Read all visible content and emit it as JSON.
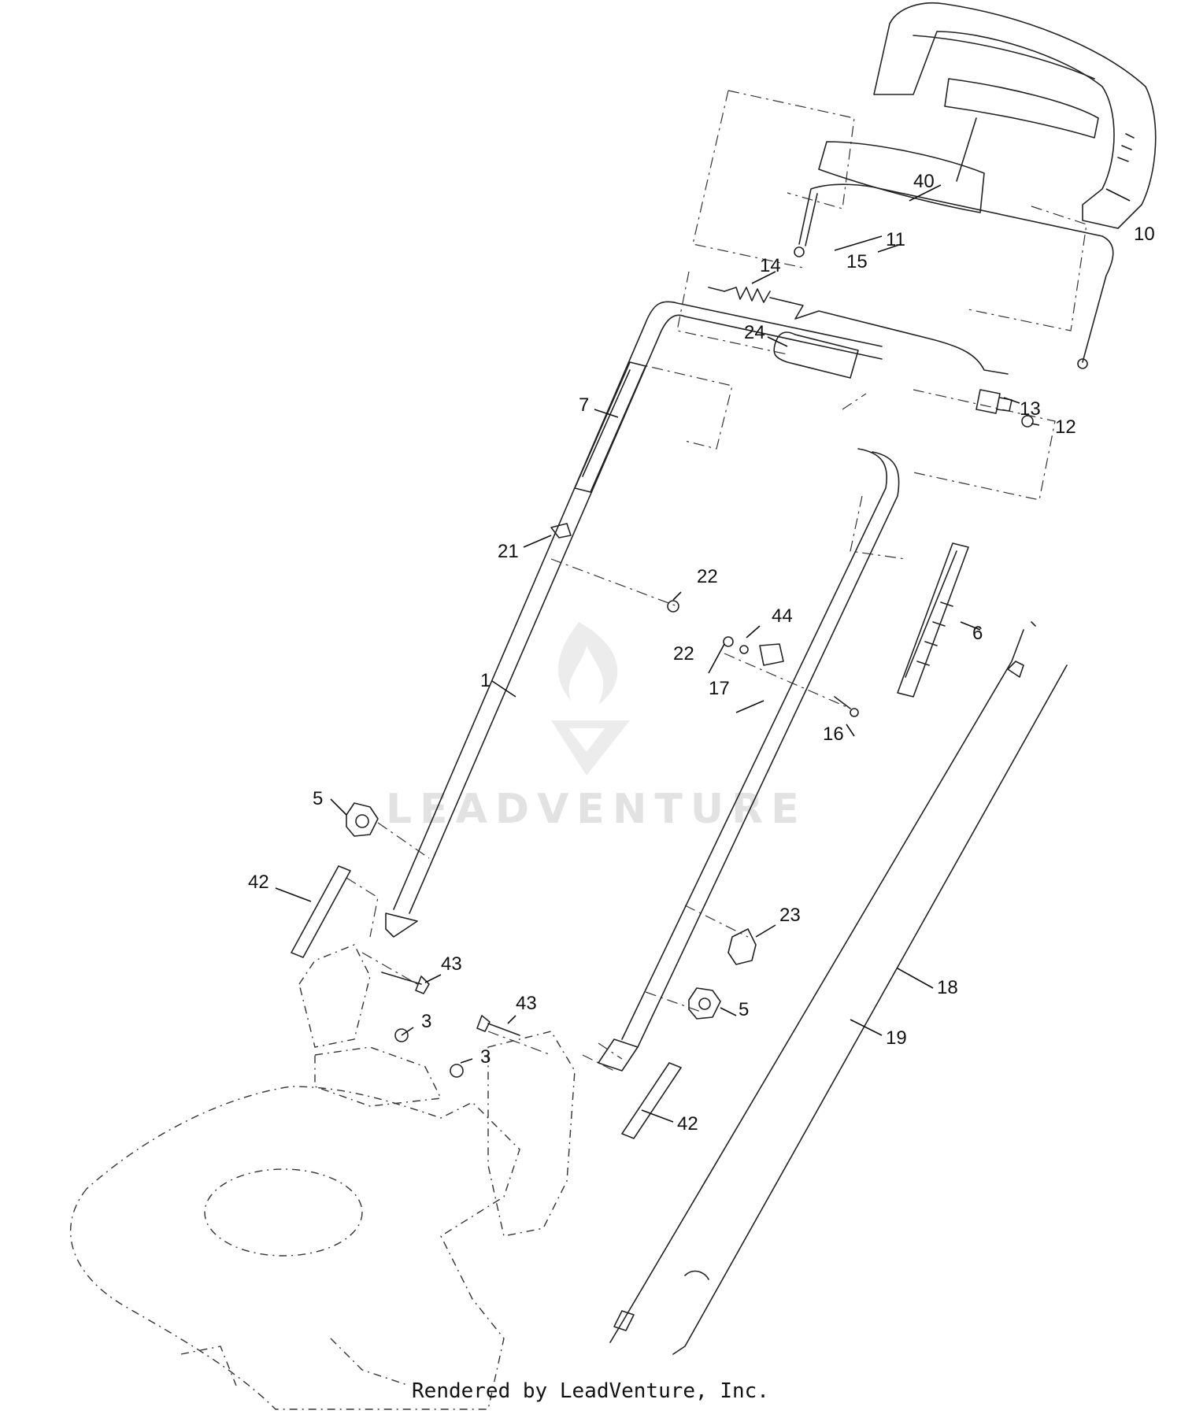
{
  "watermark": {
    "text": "LEADVENTURE"
  },
  "callouts": [
    {
      "id": "c10",
      "label": "10"
    },
    {
      "id": "c40",
      "label": "40"
    },
    {
      "id": "c15",
      "label": "15"
    },
    {
      "id": "c14",
      "label": "14"
    },
    {
      "id": "c11",
      "label": "11"
    },
    {
      "id": "c24",
      "label": "24"
    },
    {
      "id": "c7",
      "label": "7"
    },
    {
      "id": "c13",
      "label": "13"
    },
    {
      "id": "c12",
      "label": "12"
    },
    {
      "id": "c21",
      "label": "21"
    },
    {
      "id": "c22a",
      "label": "22"
    },
    {
      "id": "c44",
      "label": "44"
    },
    {
      "id": "c22b",
      "label": "22"
    },
    {
      "id": "c6",
      "label": "6"
    },
    {
      "id": "c1",
      "label": "1"
    },
    {
      "id": "c17",
      "label": "17"
    },
    {
      "id": "c16",
      "label": "16"
    },
    {
      "id": "c5a",
      "label": "5"
    },
    {
      "id": "c42a",
      "label": "42"
    },
    {
      "id": "c23",
      "label": "23"
    },
    {
      "id": "c43a",
      "label": "43"
    },
    {
      "id": "c18",
      "label": "18"
    },
    {
      "id": "c3a",
      "label": "3"
    },
    {
      "id": "c43b",
      "label": "43"
    },
    {
      "id": "c5b",
      "label": "5"
    },
    {
      "id": "c19",
      "label": "19"
    },
    {
      "id": "c3b",
      "label": "3"
    },
    {
      "id": "c42b",
      "label": "42"
    }
  ],
  "footer": {
    "text": "Rendered by LeadVenture, Inc."
  }
}
